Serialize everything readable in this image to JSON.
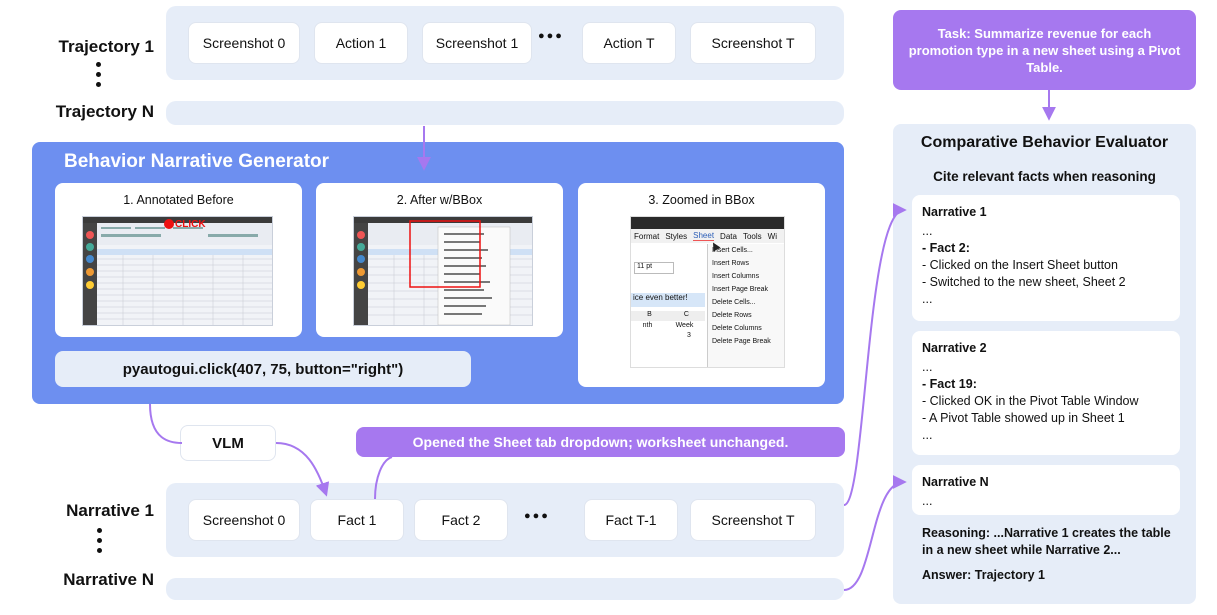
{
  "trajectories": {
    "label_first": "Trajectory 1",
    "label_last": "Trajectory N",
    "items": [
      "Screenshot 0",
      "Action 1",
      "Screenshot 1",
      "Action T",
      "Screenshot T"
    ],
    "ellipsis": "●●●"
  },
  "generator": {
    "title": "Behavior Narrative Generator",
    "panels": [
      {
        "caption": "1. Annotated Before"
      },
      {
        "caption": "2. After w/BBox"
      },
      {
        "caption": "3. Zoomed in BBox"
      }
    ],
    "code": "pyautogui.click(407, 75, button=\"right\")",
    "click_label": "CLICK",
    "zoom_menu": {
      "top_menu": [
        "Format",
        "Styles",
        "Sheet",
        "Data",
        "Tools",
        "Wi"
      ],
      "items": [
        "Insert Cells...",
        "Insert Rows",
        "Insert Columns",
        "Insert Page Break",
        "Delete Cells...",
        "Delete Rows",
        "Delete Columns",
        "Delete Page Break"
      ],
      "font_size": "11 pt",
      "banner": "ice even better!",
      "col_headers": [
        "B",
        "C"
      ],
      "cells": [
        "nth",
        "Week",
        "3"
      ]
    }
  },
  "vlm": {
    "label": "VLM",
    "fact_text": "Opened the Sheet tab dropdown; worksheet unchanged."
  },
  "narratives": {
    "label_first": "Narrative 1",
    "label_last": "Narrative N",
    "items": [
      "Screenshot 0",
      "Fact 1",
      "Fact 2",
      "Fact T-1",
      "Screenshot T"
    ],
    "ellipsis": "●●●"
  },
  "task": {
    "text": "Task: Summarize revenue for each promotion type in a new sheet using a Pivot Table."
  },
  "evaluator": {
    "title": "Comparative Behavior Evaluator",
    "subtitle": "Cite relevant facts when reasoning",
    "narratives": [
      {
        "title": "Narrative 1",
        "l1": "...",
        "l2": "- Fact 2:",
        "l3": "- Clicked on the Insert Sheet button",
        "l4": "- Switched to the new sheet, Sheet 2",
        "l5": "..."
      },
      {
        "title": "Narrative 2",
        "l1": "...",
        "l2": "- Fact 19:",
        "l3": "- Clicked OK in the Pivot Table Window",
        "l4": "- A Pivot Table showed up in Sheet 1",
        "l5": "..."
      },
      {
        "title": "Narrative N",
        "l1": "..."
      }
    ],
    "reasoning": "Reasoning: ...Narrative 1 creates the table in a new sheet while Narrative 2...",
    "answer": "Answer: Trajectory 1"
  },
  "colors": {
    "band": "#e6edf8",
    "generator": "#6d8ff0",
    "accent_purple": "#a678ef",
    "fact_purple": "#8b5cf6"
  }
}
